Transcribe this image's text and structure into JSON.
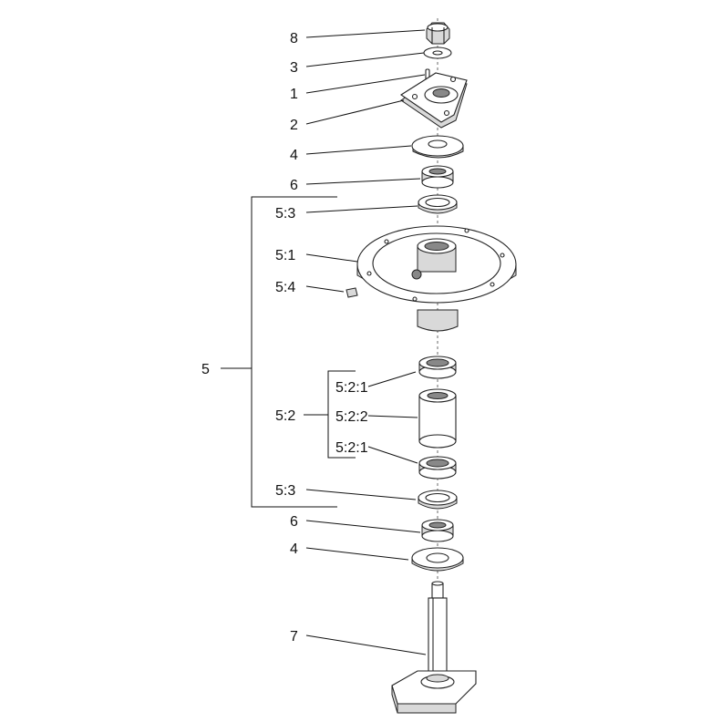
{
  "diagram": {
    "labels": {
      "p8": "8",
      "p3": "3",
      "p1": "1",
      "p2": "2",
      "p4a": "4",
      "p6a": "6",
      "p53a": "5:3",
      "p51": "5:1",
      "p54": "5:4",
      "p5": "5",
      "p521a": "5:2:1",
      "p52": "5:2",
      "p522": "5:2:2",
      "p521b": "5:2:1",
      "p53b": "5:3",
      "p6b": "6",
      "p4b": "4",
      "p7": "7"
    }
  }
}
